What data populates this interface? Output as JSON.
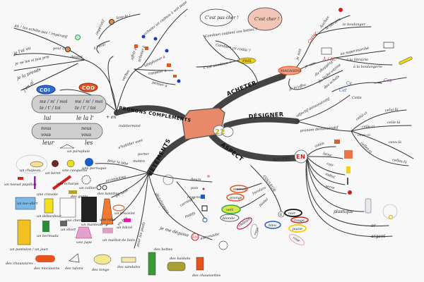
{
  "colors": {
    "center": "#e88a6a",
    "branch": "#444444",
    "green": "#2fa84f",
    "yellow": "#f2d21b",
    "orange": "#e8521c",
    "blue": "#1a5fc8",
    "pink": "#e79ac0",
    "purple": "#8a2a9a",
    "red": "#d41f1f"
  },
  "center": {
    "number": "22"
  },
  "branches": {
    "acheter": "ACHETER",
    "designer": "DÉSIGNER",
    "aspect": "ASPECT",
    "vetements": "VÊTEMENTS",
    "pronoms": "PRONONS COMPLÉMENTS"
  },
  "pronoms": {
    "imperatif_neg": "Ah ! les achète pas ! impératif",
    "je_lai_vu": "je l'ai vu",
    "pour_ca": "pour ça",
    "je_ne_les": "je ne les ai pas pris",
    "je_la_prends": "je la prends",
    "jen_ai": "j'en ai",
    "devant": "devant",
    "imperatif": "impératif",
    "lave_le": "lave-le !",
    "a_loral": "à l'oral",
    "coi": "COI",
    "cod": "COD",
    "me1": "me / m' / moi",
    "te1": "te / t' / toi",
    "me2": "me / m' / moi",
    "te2": "te / t' / toi",
    "lui": "lui",
    "le_la": "le la l'",
    "plus_en": "+ en",
    "indetermine": "indéterminé",
    "nous1": "nous",
    "vous1": "vous",
    "nous2": "nous",
    "vous2": "vous",
    "leur": "leur",
    "les": "les",
    "verbes": "verbes",
    "offrir": "offrir à",
    "acheter_a": "acheter à",
    "telephoner": "téléphoner à",
    "rappeler": "rappeler à",
    "penser": "penser à",
    "cadeau": "acheter un cadeau à son papa"
  },
  "acheter": {
    "pas_cher": "C'est pas cher !",
    "cher": "C'est cher !",
    "combien_coutent": "Combien coûtent ces bottes ?",
    "combien_ca": "Combien ça coûte ?",
    "cest_combien": "C'est combien ?",
    "prix": "PRIX",
    "magasins": "MAGASINS",
    "chez": "CHEZ",
    "auchan": "Auchan",
    "libraire": "le libraire",
    "boulanger": "le boulanger",
    "je_vais1": "je vais",
    "je_vais2": "je vais",
    "a_au": "À / AU",
    "supermarche": "au supermarché",
    "librairie": "à la librairie",
    "boulangerie": "à la boulangerie",
    "je_moffre": "je m'offre",
    "shopping": "du shopping",
    "leche": "du lèche-vitrine",
    "achats": "des achats"
  },
  "designer": {
    "ce": "Ce",
    "cet": "Cet",
    "cette": "Cette",
    "ces": "Ces",
    "adjectif": "adjectif démonstratif",
    "pronom": "pronom démonstratif",
    "celui_ci": "celui-ci",
    "celle_ci": "celle-ci",
    "ceux_ci": "ceux-ci",
    "celles_ci": "celles-ci",
    "celui_la": "celui-là",
    "celle_la": "celle-là",
    "ceux_la": "ceux-là",
    "celles_la": "celles-là"
  },
  "aspect": {
    "matiere": "MATIÈRE",
    "en": "EN",
    "coton": "coton",
    "laine": "laine",
    "cuir": "cuir",
    "metal": "métal",
    "verre": "verre",
    "plastique": "plastique",
    "or": "or",
    "argent": "argent",
    "couleur": "COULEUR",
    "incolore": "incolore",
    "pastel": "pastel",
    "marron": "marron",
    "orange": "orange",
    "vert": "vert",
    "blond": "blonde",
    "chatain": "châtain",
    "roux": "roux",
    "e": "E",
    "noir": "noir",
    "rouge": "rouge",
    "jaune": "jaune",
    "bleu": "bleu",
    "rose": "rose"
  },
  "vetements": {
    "habiller": "s'habiller avec",
    "porter": "porter",
    "mettre": "mettre",
    "pour_la_tete": "pour la tête",
    "accessoires": "accessoires",
    "en_haut": "en haut",
    "en_bas": "en bas",
    "pour_les_pieds": "pour les pieds",
    "fleurs": "fleurs",
    "pois": "pois",
    "rayures": "rayures",
    "carreaux": "carreaux",
    "motifs": "motifs",
    "deguisement": "déguisement",
    "je_me_deguise": "je me déguise",
    "en": "EN",
    "astronaute": "astronaute",
    "chapeau": "un chapeau",
    "beret": "un béret",
    "parapluie": "un parapluie",
    "casquette": "une casquette",
    "perruque": "une perruque",
    "noeud": "un noeud papillon",
    "cravate": "une cravate",
    "echarpe": "une écharpe",
    "collier": "un collier",
    "lunettes": "des lunettes",
    "gants": "des gants",
    "teeshirt": "un tee-shirt",
    "debardeur": "un débardeur",
    "chemise": "une chemise",
    "manteau": "un manteau",
    "robe": "une robe",
    "bracelet": "un bracelet",
    "pantalon": "un pantalon / un jean",
    "bermuda": "un bermuda",
    "short": "un short",
    "jupe": "une jupe",
    "maillot": "un maillot de bain",
    "bikini": "un bikini",
    "chaussures": "des chaussures :",
    "mocassins": "des mocassins",
    "talons": "des talons",
    "tongs": "des tongs",
    "sandales": "des sandales",
    "bottes": "des bottes",
    "baskets": "des baskets",
    "chaussettes": "des chaussettes"
  }
}
